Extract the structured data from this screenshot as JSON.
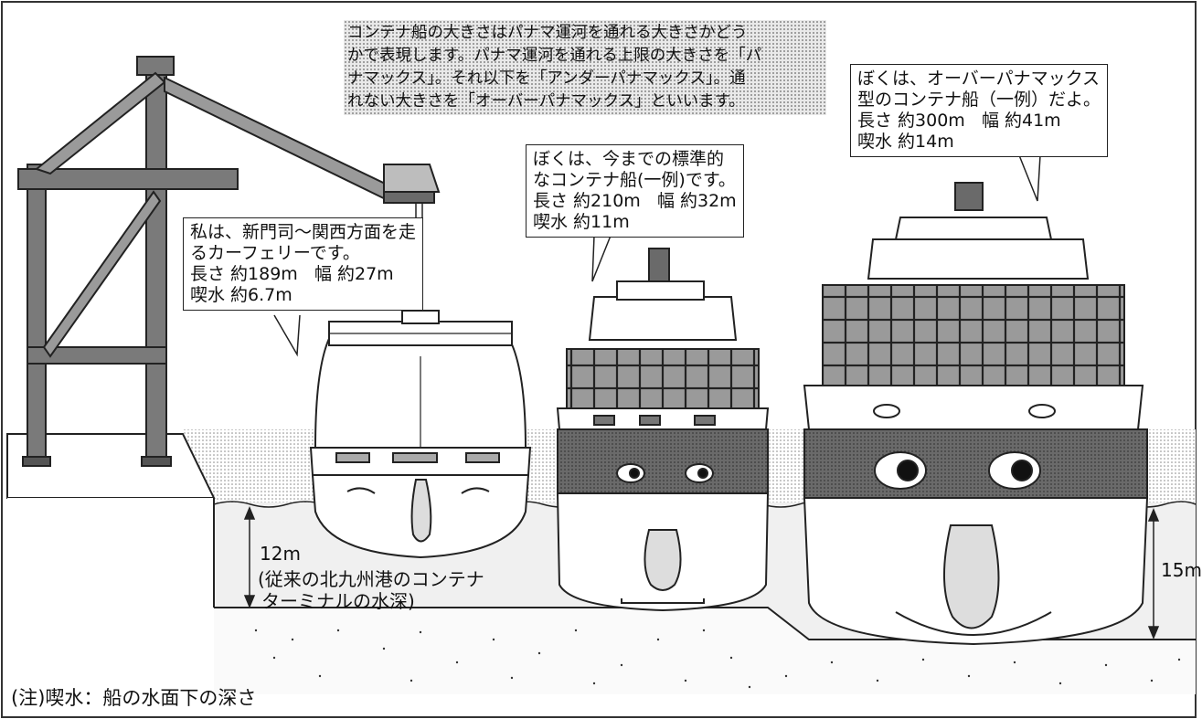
{
  "intro_text": [
    "コンテナ船の大きさはパナマ運河を通れる大きさかどう",
    "かで表現します。パナマ運河を通れる上限の大きさを「パ",
    "ナマックス」。それ以下を「アンダーパナマックス」。通",
    "れない大きさを「オーバーパナマックス」といいます。"
  ],
  "ferry": {
    "lines": [
      "私は、新門司〜関西方面を走",
      "るカーフェリーです。"
    ],
    "length": "長さ 約189m",
    "width": "幅 約27m",
    "draft": "喫水 約6.7m"
  },
  "standard_ship": {
    "lines": [
      "ぼくは、今までの標準的",
      "なコンテナ船(一例)です。"
    ],
    "length": "長さ 約210m",
    "width": "幅 約32m",
    "draft": "喫水 約11m"
  },
  "overpanamax_ship": {
    "lines": [
      "ぼくは、オーバーパナマックス",
      "型のコンテナ船（一例）だよ。"
    ],
    "length": "長さ 約300m",
    "width": "幅 約41m",
    "draft": "喫水 約14m"
  },
  "depth_old": {
    "value": "12m",
    "lines": [
      "(従来の北九州港のコンテナ",
      "ターミナルの水深)"
    ]
  },
  "depth_new": {
    "value": "15m"
  },
  "note": "(注)喫水：船の水面下の深さ",
  "colors": {
    "line": "#111111",
    "hull_band": "#6f6f6f",
    "container_fill": "#8a8a8a",
    "water": "#ececec",
    "seabed": "#f7f7f7"
  }
}
